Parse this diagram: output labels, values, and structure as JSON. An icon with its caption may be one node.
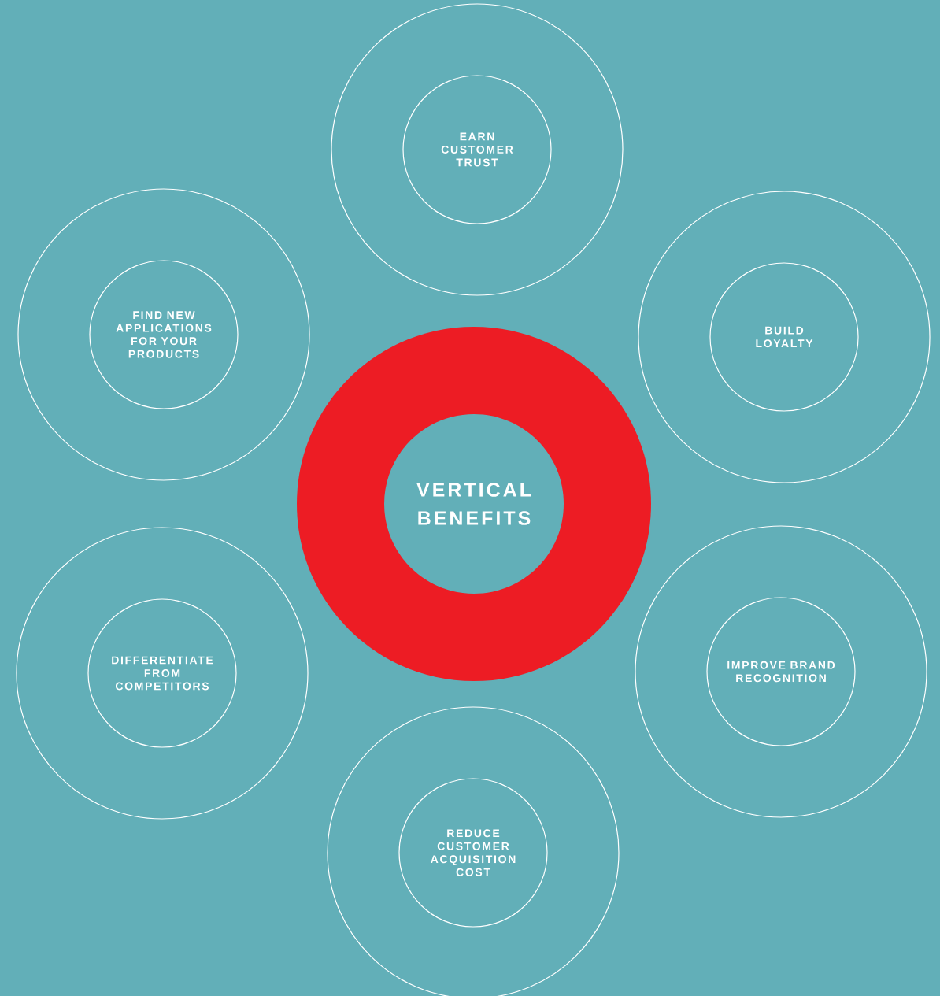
{
  "diagram": {
    "nodes": [
      {
        "text": [],
        "shape": "circle"
      },
      {
        "text": [
          "EARN CUSTOMER TRUST"
        ],
        "in": 0
      },
      {
        "text": [],
        "shape": "circle"
      },
      {
        "text": [
          "FIND NEW APPLICATIONS FOR YOUR PRODUCTS"
        ],
        "in": 2
      },
      {
        "text": [],
        "shape": "circle"
      },
      {
        "text": [
          "BUILD LOYALTY"
        ],
        "in": 4
      },
      {
        "text": [
          "VERTICAL BENEFITS"
        ]
      },
      {
        "text": [],
        "shape": "circle"
      },
      {
        "text": [
          "DIFFERENTIATE FROM COMPETITORS"
        ],
        "in": 7
      },
      {
        "text": [],
        "shape": "circle"
      },
      {
        "text": [
          "IMPROVE BRAND RECOGNITION"
        ],
        "in": 9
      },
      {
        "text": [],
        "shape": "circle"
      },
      {
        "text": [
          "REDUCE CUSTOMER ACQUISITION COST"
        ],
        "in": 11
      }
    ]
  }
}
